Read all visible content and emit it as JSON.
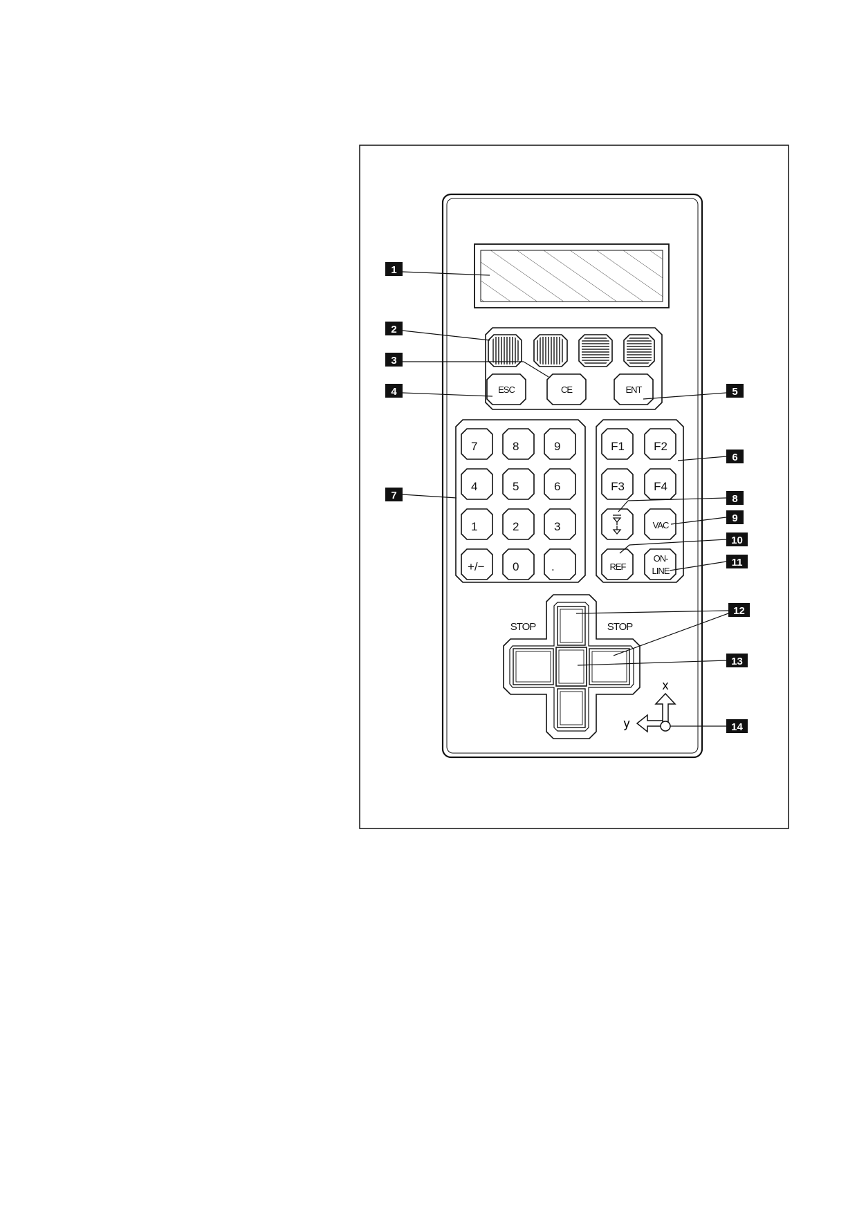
{
  "device": {
    "control_keys": {
      "esc": "ESC",
      "ce": "CE",
      "ent": "ENT"
    },
    "numpad": [
      "7",
      "8",
      "9",
      "4",
      "5",
      "6",
      "1",
      "2",
      "3",
      "+/−",
      "0",
      "."
    ],
    "function_keys": {
      "f1": "F1",
      "f2": "F2",
      "f3": "F3",
      "f4": "F4",
      "vac": "VAC",
      "ref": "REF",
      "online_top": "ON-",
      "online_bottom": "LINE"
    },
    "joystick": {
      "stop_left": "STOP",
      "stop_right": "STOP"
    },
    "axes": {
      "x": "x",
      "y": "y"
    }
  },
  "callouts": [
    "1",
    "2",
    "3",
    "4",
    "5",
    "6",
    "7",
    "8",
    "9",
    "10",
    "11",
    "12",
    "13",
    "14"
  ]
}
